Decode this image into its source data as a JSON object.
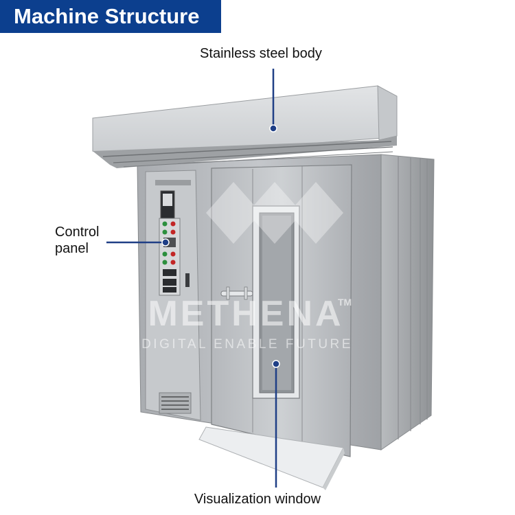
{
  "header": {
    "title": "Machine Structure"
  },
  "callouts": {
    "body": "Stainless steel body",
    "control_panel_line1": "Control",
    "control_panel_line2": "panel",
    "window": "Visualization window"
  },
  "watermark": {
    "brand": "METHENA",
    "trademark": "TM",
    "tagline": "DIGITAL ENABLE FUTURE"
  },
  "colors": {
    "banner": "#0c3f8e",
    "leader_line": "#1f3f86",
    "steel": "#b9bcc0"
  }
}
